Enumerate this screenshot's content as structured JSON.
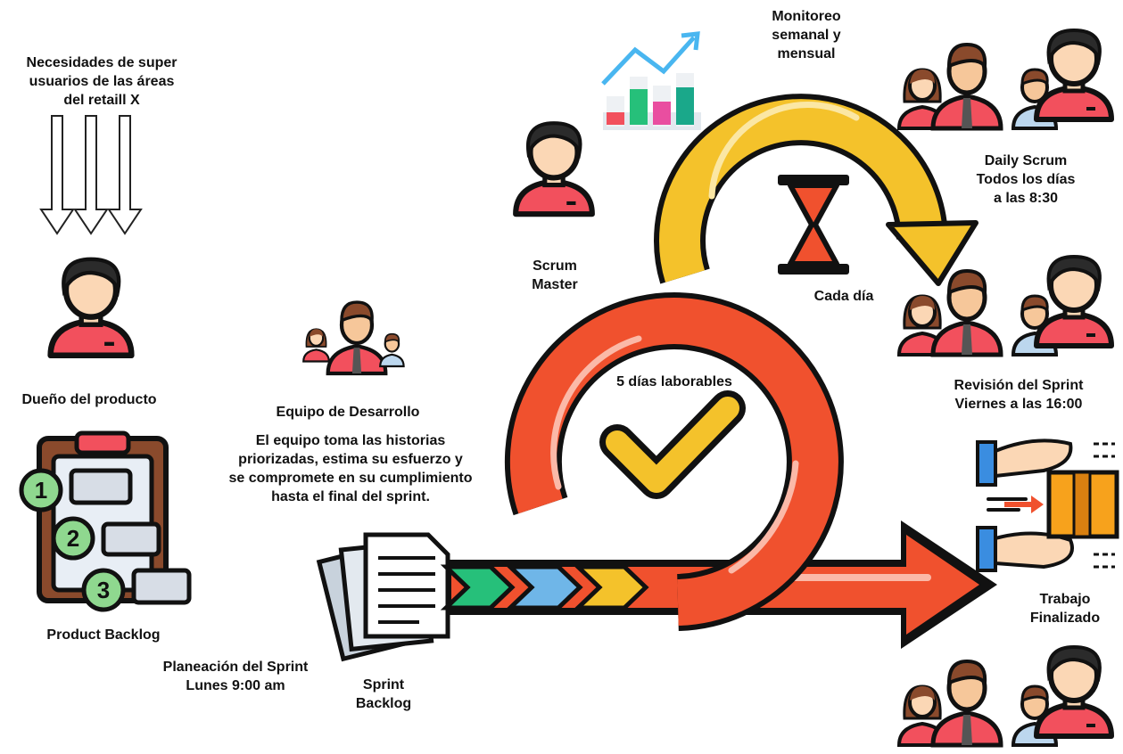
{
  "needs": {
    "lines": [
      "Necesidades de super",
      "usuarios de las áreas",
      "del retaill X"
    ]
  },
  "product_owner": {
    "label": "Dueño del producto"
  },
  "product_backlog": {
    "label": "Product Backlog",
    "items": [
      "1",
      "2",
      "3"
    ]
  },
  "planning": {
    "lines": [
      "Planeación del Sprint",
      "Lunes 9:00 am"
    ]
  },
  "sprint_backlog": {
    "lines": [
      "Sprint",
      "Backlog"
    ]
  },
  "dev_team": {
    "title": "Equipo de Desarrollo",
    "lines": [
      "El equipo toma las historias",
      "priorizadas, estima su esfuerzo y",
      "se compromete en su cumplimiento",
      "hasta el final del sprint."
    ]
  },
  "scrum_master": {
    "lines": [
      "Scrum",
      "Master"
    ]
  },
  "sprint_cycle": {
    "label": "5 días laborables"
  },
  "daily_cycle": {
    "label": "Cada día"
  },
  "monitoring": {
    "lines": [
      "Monitoreo",
      "semanal y",
      "mensual"
    ]
  },
  "daily_scrum": {
    "lines": [
      "Daily Scrum",
      "Todos los días",
      "a las 8:30"
    ]
  },
  "sprint_review": {
    "lines": [
      "Revisión del Sprint",
      "Viernes a las 16:00"
    ]
  },
  "finished_work": {
    "lines": [
      "Trabajo",
      "Finalizado"
    ]
  },
  "colors": {
    "orange": "#f0512e",
    "yellow": "#f4c22b",
    "green": "#26c07a",
    "blue": "#6fb6e8",
    "outline": "#111111",
    "skin": "#fbd7b5",
    "shirt": "#f2505d",
    "hair": "#2b2b2b"
  }
}
